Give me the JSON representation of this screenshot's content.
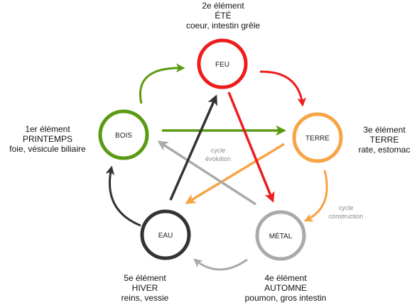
{
  "colors": {
    "fire": "#ee1c1c",
    "earth": "#f7a445",
    "metal": "#aaaaaa",
    "water": "#333333",
    "wood": "#5a9a12"
  },
  "elements": [
    {
      "id": "feu",
      "label": "FEU",
      "color": "#ee1c1c",
      "caption": [
        "2e élément",
        "ÉTÉ",
        "coeur, intestin grêle"
      ]
    },
    {
      "id": "terre",
      "label": "TERRE",
      "color": "#f7a445",
      "caption": [
        "3e élément",
        "TERRE",
        "rate, estomac"
      ]
    },
    {
      "id": "metal",
      "label": "MÉTAL",
      "color": "#aaaaaa",
      "caption": [
        "4e élément",
        "AUTOMNE",
        "poumon, gros intestin"
      ]
    },
    {
      "id": "eau",
      "label": "EAU",
      "color": "#333333",
      "caption": [
        "5e élément",
        "HIVER",
        "reins, vessie"
      ]
    },
    {
      "id": "bois",
      "label": "BOIS",
      "color": "#5a9a12",
      "caption": [
        "1er élément",
        "PRINTEMPS",
        "foie, vésicule biliaire"
      ]
    }
  ],
  "annotations": {
    "evolution": [
      "cycle",
      "évolution"
    ],
    "construction": [
      "cycle",
      "construction"
    ]
  }
}
